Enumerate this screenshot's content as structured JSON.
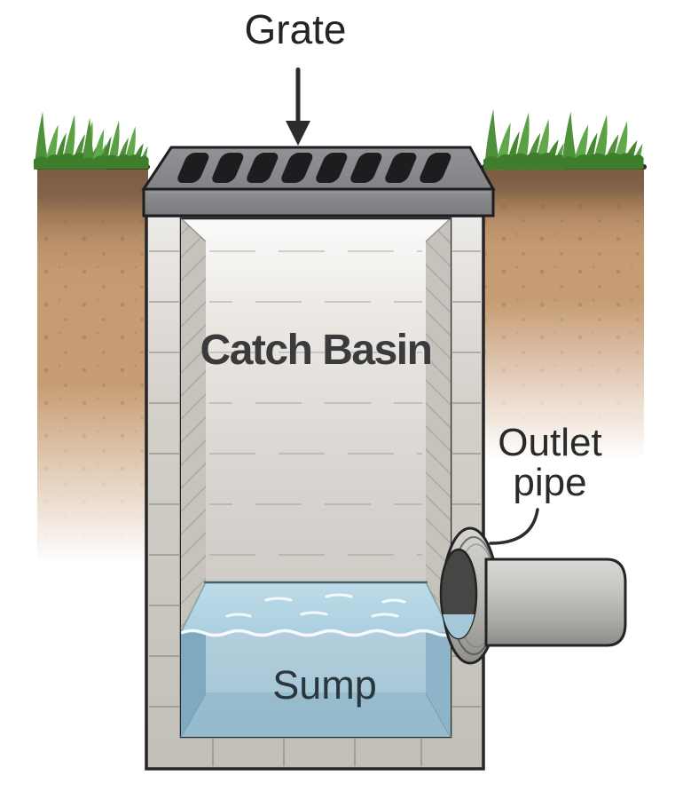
{
  "title": "Catch basin cross-section diagram",
  "diagram": {
    "labels": {
      "grate": "Grate",
      "catch_basin": "Catch Basin",
      "outlet_pipe": "Outlet\npipe",
      "sump": "Sump"
    },
    "palette": {
      "outline": "#262626",
      "grate_gray": "#8a8a8e",
      "grate_slot_black": "#1d1d1f",
      "wall_gray": "#cbc8c2",
      "interior_gray": "#d9d6d1",
      "water_surface_blue": "#b9d8e6",
      "water_front_blue": "#a9c9d9",
      "water_side_dark_blue": "#7fa9be",
      "pipe_gray": "#b5b4b1",
      "soil_tan": "#c49a72",
      "topsoil_brown": "#7c5e44",
      "grass_green": "#57a044",
      "ground_line": "#2e2a24"
    }
  }
}
